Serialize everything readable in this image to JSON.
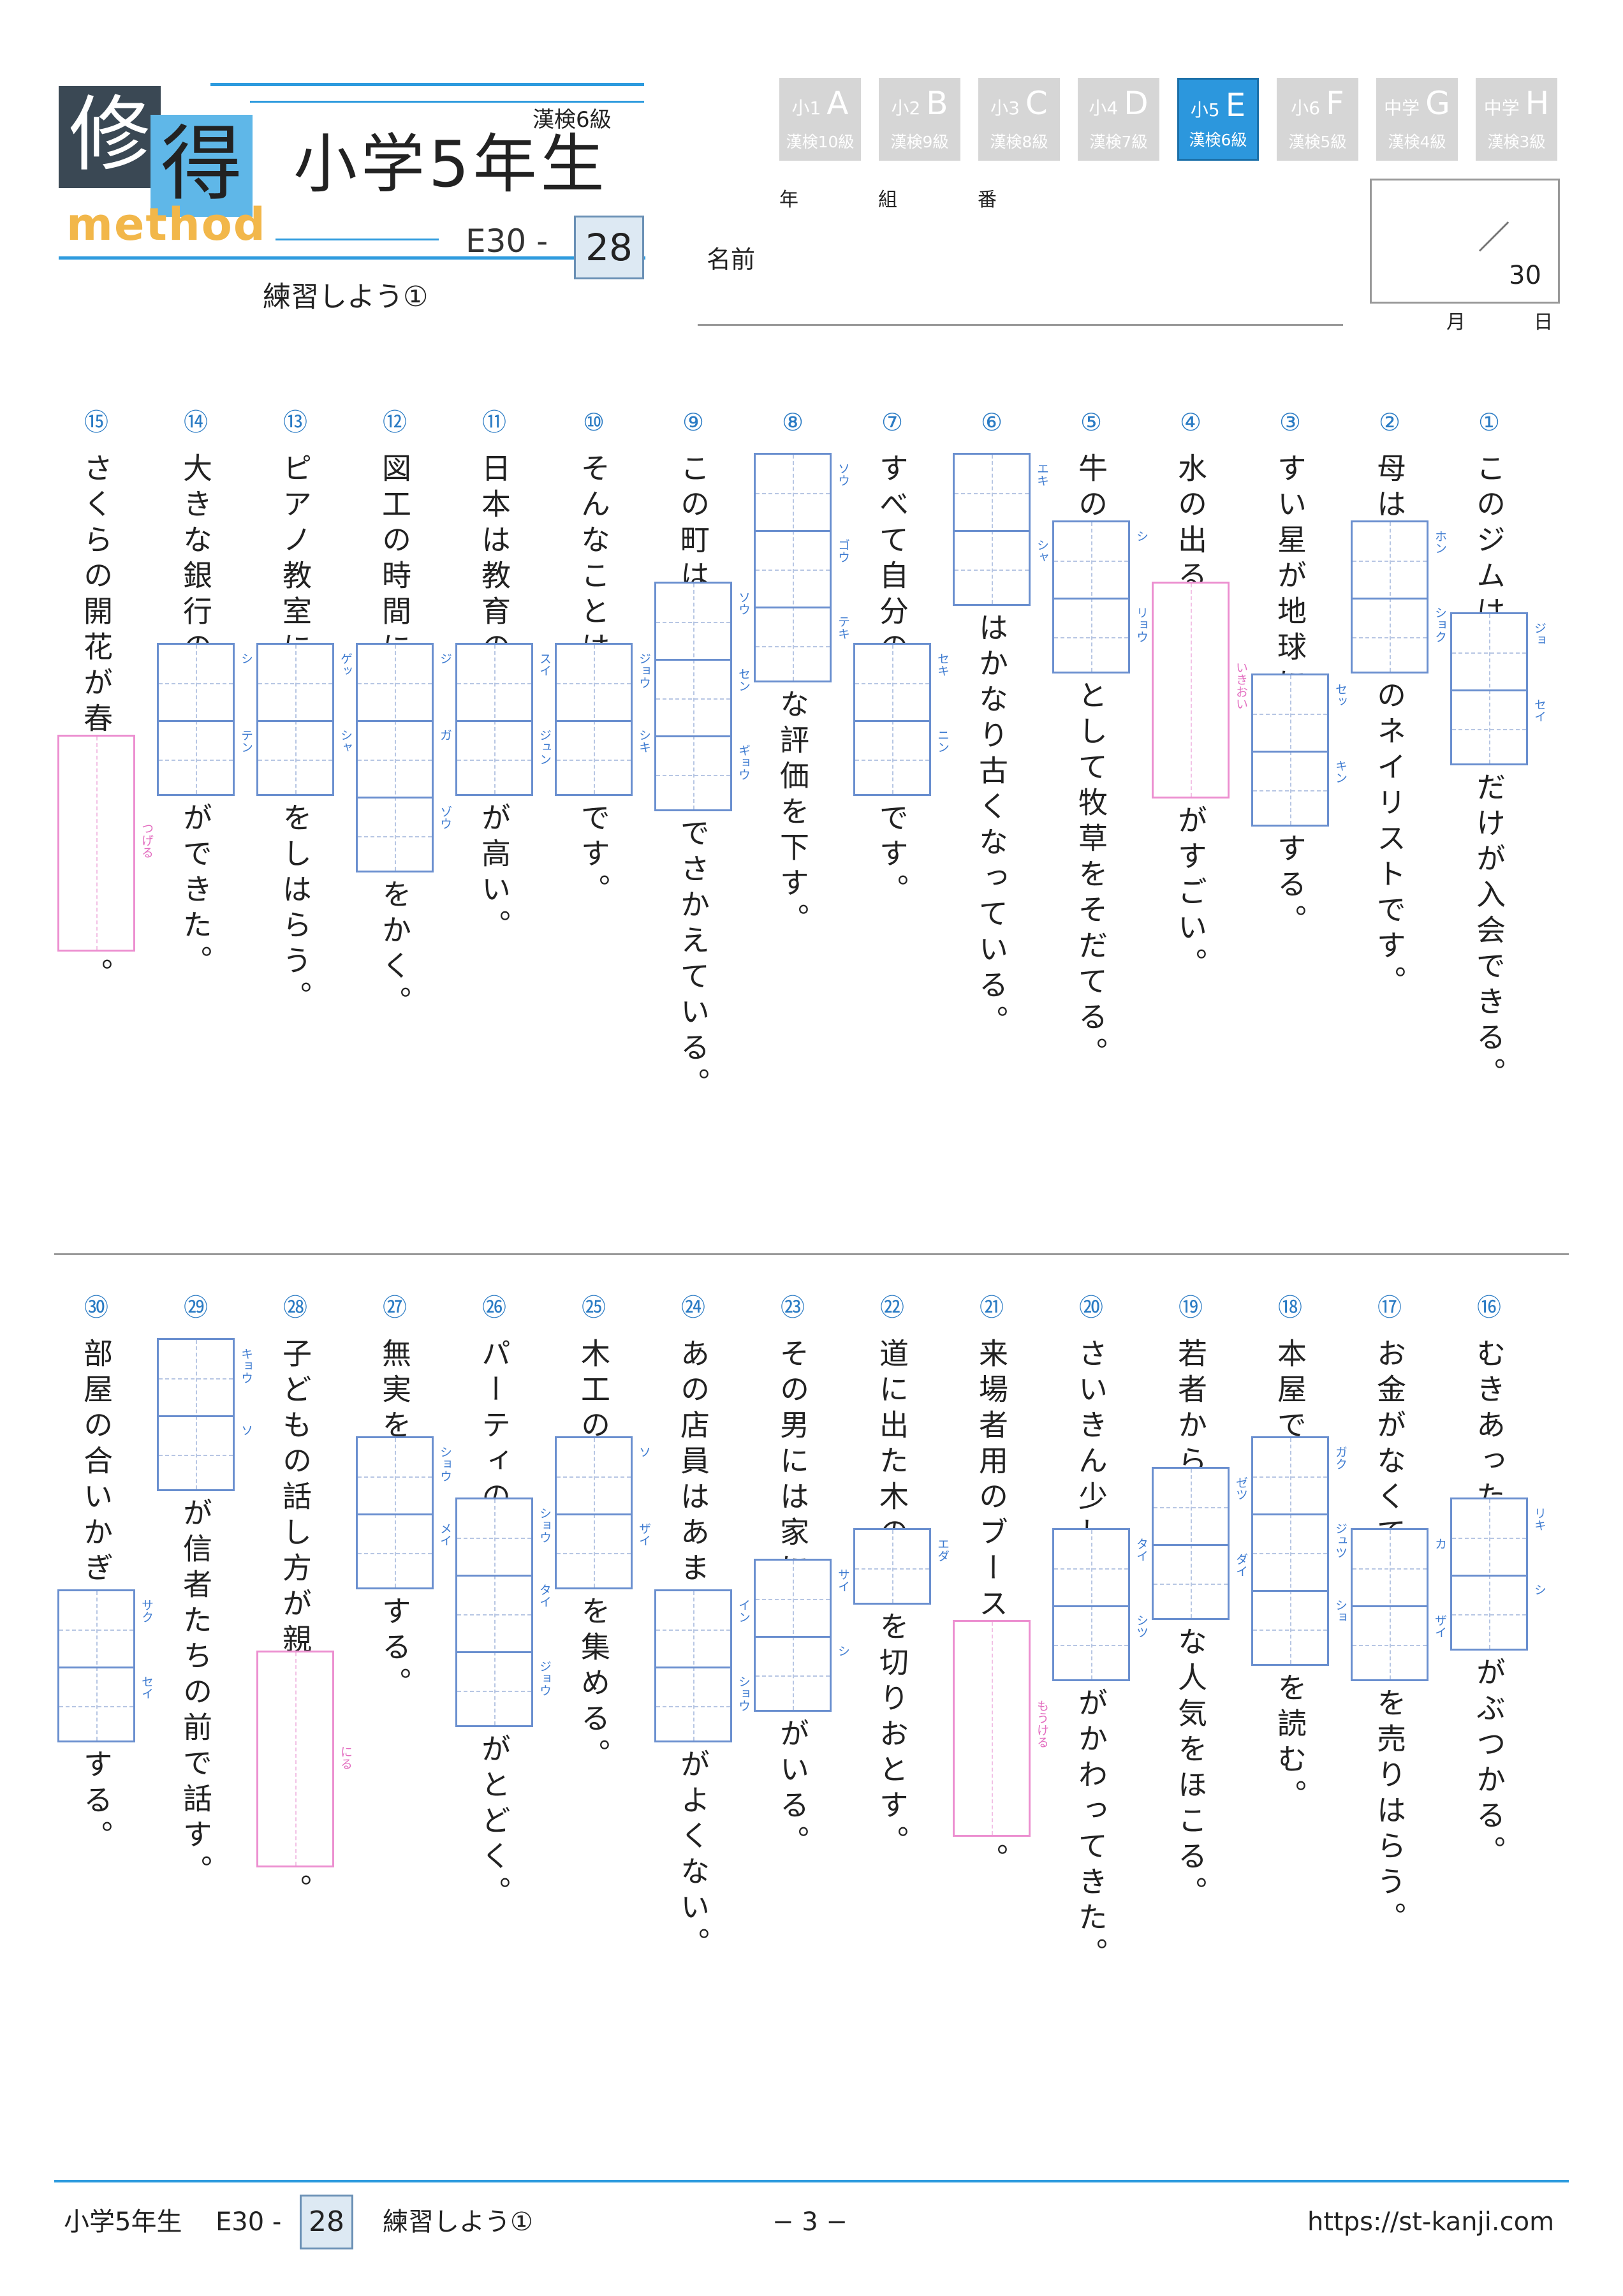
{
  "header": {
    "logo_kanji_1": "修",
    "logo_kanji_2": "得",
    "logo_word": "method",
    "level": "漢検6級",
    "grade_title": "小学5年生",
    "code": "E30 -",
    "number": "28",
    "subtitle": "練習しよう①"
  },
  "tabs": [
    {
      "small": "小1",
      "big": "A",
      "sub": "漢検10級",
      "active": false
    },
    {
      "small": "小2",
      "big": "B",
      "sub": "漢検9級",
      "active": false
    },
    {
      "small": "小3",
      "big": "C",
      "sub": "漢検8級",
      "active": false
    },
    {
      "small": "小4",
      "big": "D",
      "sub": "漢検7級",
      "active": false
    },
    {
      "small": "小5",
      "big": "E",
      "sub": "漢検6級",
      "active": true
    },
    {
      "small": "小6",
      "big": "F",
      "sub": "漢検5級",
      "active": false
    },
    {
      "small": "中学",
      "big": "G",
      "sub": "漢検4級",
      "active": false
    },
    {
      "small": "中学",
      "big": "H",
      "sub": "漢検3級",
      "active": false
    }
  ],
  "student": {
    "year_label": "年",
    "class_label": "組",
    "number_label": "番",
    "name_label": "名前",
    "score_total": "30",
    "month_label": "月",
    "day_label": "日"
  },
  "questions": [
    {
      "num": "①",
      "segments": [
        {
          "t": "text",
          "v": "このジムは"
        },
        {
          "t": "box",
          "furi": [
            "ジョ",
            "セイ"
          ]
        },
        {
          "t": "text",
          "v": "だけが入会できる。"
        }
      ]
    },
    {
      "num": "②",
      "segments": [
        {
          "t": "text",
          "v": "母は"
        },
        {
          "t": "box",
          "furi": [
            "ホン",
            "ショク"
          ]
        },
        {
          "t": "text",
          "v": "のネイリストです。"
        }
      ]
    },
    {
      "num": "③",
      "segments": [
        {
          "t": "text",
          "v": "すい星が地球に"
        },
        {
          "t": "box",
          "furi": [
            "セッ",
            "キン"
          ]
        },
        {
          "t": "text",
          "v": "する。"
        }
      ]
    },
    {
      "num": "④",
      "segments": [
        {
          "t": "text",
          "v": "水の出る"
        },
        {
          "t": "pink",
          "furi": [
            "いきおい"
          ]
        },
        {
          "t": "text",
          "v": "がすごい。"
        }
      ]
    },
    {
      "num": "⑤",
      "segments": [
        {
          "t": "text",
          "v": "牛の"
        },
        {
          "t": "box",
          "furi": [
            "シ",
            "リョウ"
          ]
        },
        {
          "t": "text",
          "v": "として牧草をそだてる。"
        }
      ]
    },
    {
      "num": "⑥",
      "segments": [
        {
          "t": "box",
          "furi": [
            "エキ",
            "シャ"
          ]
        },
        {
          "t": "text",
          "v": "はかなり古くなっている。"
        }
      ]
    },
    {
      "num": "⑦",
      "segments": [
        {
          "t": "text",
          "v": "すべて自分の"
        },
        {
          "t": "box",
          "furi": [
            "セキ",
            "ニン"
          ]
        },
        {
          "t": "text",
          "v": "です。"
        }
      ]
    },
    {
      "num": "⑧",
      "segments": [
        {
          "t": "box",
          "furi": [
            "ソウ",
            "ゴウ",
            "テキ"
          ]
        },
        {
          "t": "text",
          "v": "な評価を下す。"
        }
      ]
    },
    {
      "num": "⑨",
      "segments": [
        {
          "t": "text",
          "v": "この町は"
        },
        {
          "t": "box",
          "furi": [
            "ソウ",
            "セン",
            "ギョウ"
          ]
        },
        {
          "t": "text",
          "v": "でさかえている。"
        }
      ]
    },
    {
      "num": "⑩",
      "segments": [
        {
          "t": "text",
          "v": "そんなことは"
        },
        {
          "t": "box",
          "furi": [
            "ジョウ",
            "シキ"
          ]
        },
        {
          "t": "text",
          "v": "です。"
        }
      ]
    },
    {
      "num": "⑪",
      "segments": [
        {
          "t": "text",
          "v": "日本は教育の"
        },
        {
          "t": "box",
          "furi": [
            "スイ",
            "ジュン"
          ]
        },
        {
          "t": "text",
          "v": "が高い。"
        }
      ]
    },
    {
      "num": "⑫",
      "segments": [
        {
          "t": "text",
          "v": "図工の時間に"
        },
        {
          "t": "box",
          "furi": [
            "ジ",
            "ガ",
            "ゾウ"
          ]
        },
        {
          "t": "text",
          "v": "をかく。"
        }
      ]
    },
    {
      "num": "⑬",
      "segments": [
        {
          "t": "text",
          "v": "ピアノ教室に"
        },
        {
          "t": "box",
          "furi": [
            "ゲッ",
            "シャ"
          ]
        },
        {
          "t": "text",
          "v": "をしはらう。"
        }
      ]
    },
    {
      "num": "⑭",
      "segments": [
        {
          "t": "text",
          "v": "大きな銀行の"
        },
        {
          "t": "box",
          "furi": [
            "シ",
            "テン"
          ]
        },
        {
          "t": "text",
          "v": "ができた。"
        }
      ]
    },
    {
      "num": "⑮",
      "segments": [
        {
          "t": "text",
          "v": "さくらの開花が春を"
        },
        {
          "t": "pink",
          "furi": [
            "つげる"
          ]
        },
        {
          "t": "text",
          "v": "。"
        }
      ]
    },
    {
      "num": "⑯",
      "segments": [
        {
          "t": "text",
          "v": "むきあった"
        },
        {
          "t": "box",
          "furi": [
            "リキ",
            "シ"
          ]
        },
        {
          "t": "text",
          "v": "がぶつかる。"
        }
      ]
    },
    {
      "num": "⑰",
      "segments": [
        {
          "t": "text",
          "v": "お金がなくて"
        },
        {
          "t": "box",
          "furi": [
            "カ",
            "ザイ"
          ]
        },
        {
          "t": "text",
          "v": "を売りはらう。"
        }
      ]
    },
    {
      "num": "⑱",
      "segments": [
        {
          "t": "text",
          "v": "本屋で"
        },
        {
          "t": "box",
          "furi": [
            "ガク",
            "ジュツ",
            "ショ"
          ]
        },
        {
          "t": "text",
          "v": "を読む。"
        }
      ]
    },
    {
      "num": "⑲",
      "segments": [
        {
          "t": "text",
          "v": "若者から"
        },
        {
          "t": "box",
          "furi": [
            "ゼツ",
            "ダイ"
          ]
        },
        {
          "t": "text",
          "v": "な人気をほこる。"
        }
      ]
    },
    {
      "num": "⑳",
      "segments": [
        {
          "t": "text",
          "v": "さいきん少し"
        },
        {
          "t": "box",
          "furi": [
            "タイ",
            "シツ"
          ]
        },
        {
          "t": "text",
          "v": "がかわってきた。"
        }
      ]
    },
    {
      "num": "㉑",
      "segments": [
        {
          "t": "text",
          "v": "来場者用のブースを"
        },
        {
          "t": "pink",
          "furi": [
            "もうける"
          ]
        },
        {
          "t": "text",
          "v": "。"
        }
      ]
    },
    {
      "num": "㉒",
      "segments": [
        {
          "t": "text",
          "v": "道に出た木の"
        },
        {
          "t": "box",
          "furi": [
            "エダ"
          ]
        },
        {
          "t": "text",
          "v": "を切りおとす。"
        }
      ]
    },
    {
      "num": "㉓",
      "segments": [
        {
          "t": "text",
          "v": "その男には家に"
        },
        {
          "t": "box",
          "furi": [
            "サイ",
            "シ"
          ]
        },
        {
          "t": "text",
          "v": "がいる。"
        }
      ]
    },
    {
      "num": "㉔",
      "segments": [
        {
          "t": "text",
          "v": "あの店員はあまり"
        },
        {
          "t": "box",
          "furi": [
            "イン",
            "ショウ"
          ]
        },
        {
          "t": "text",
          "v": "がよくない。"
        }
      ]
    },
    {
      "num": "㉕",
      "segments": [
        {
          "t": "text",
          "v": "木工の"
        },
        {
          "t": "box",
          "furi": [
            "ソ",
            "ザイ"
          ]
        },
        {
          "t": "text",
          "v": "を集める。"
        }
      ]
    },
    {
      "num": "㉖",
      "segments": [
        {
          "t": "text",
          "v": "パーティの"
        },
        {
          "t": "box",
          "furi": [
            "ショウ",
            "タイ",
            "ジョウ"
          ]
        },
        {
          "t": "text",
          "v": "がとどく。"
        }
      ]
    },
    {
      "num": "㉗",
      "segments": [
        {
          "t": "text",
          "v": "無実を"
        },
        {
          "t": "box",
          "furi": [
            "ショウ",
            "メイ"
          ]
        },
        {
          "t": "text",
          "v": "する。"
        }
      ]
    },
    {
      "num": "㉘",
      "segments": [
        {
          "t": "text",
          "v": "子どもの話し方が親に"
        },
        {
          "t": "pink",
          "furi": [
            "にる"
          ]
        },
        {
          "t": "text",
          "v": "。"
        }
      ]
    },
    {
      "num": "㉙",
      "segments": [
        {
          "t": "box",
          "furi": [
            "キョウ",
            "ソ"
          ]
        },
        {
          "t": "text",
          "v": "が信者たちの前で話す。"
        }
      ]
    },
    {
      "num": "㉚",
      "segments": [
        {
          "t": "text",
          "v": "部屋の合いかぎを"
        },
        {
          "t": "box",
          "furi": [
            "サク",
            "セイ"
          ]
        },
        {
          "t": "text",
          "v": "する。"
        }
      ]
    }
  ],
  "footer": {
    "grade": "小学5年生",
    "code": "E30 -",
    "number": "28",
    "title": "練習しよう①",
    "page": "− 3 −",
    "url": "https://st-kanji.com"
  }
}
